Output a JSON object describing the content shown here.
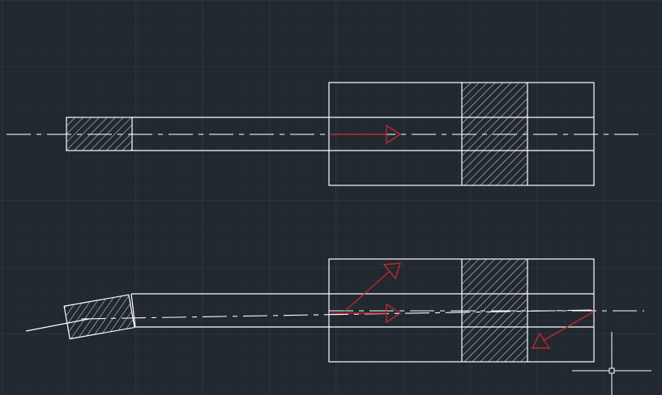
{
  "viewport": {
    "background_color": "#212830",
    "grid_minor_color": "#2b323c",
    "grid_major_color": "#36404b",
    "geometry_color": "#ffffff",
    "arrow_color": "#c0282b",
    "hatch_pattern": "ANSI31"
  },
  "drawing": {
    "views": [
      {
        "id": "top-view",
        "description_hidden": true
      },
      {
        "id": "bottom-view",
        "description_hidden": true
      }
    ],
    "cursor": {
      "type": "crosshair-icon"
    }
  }
}
